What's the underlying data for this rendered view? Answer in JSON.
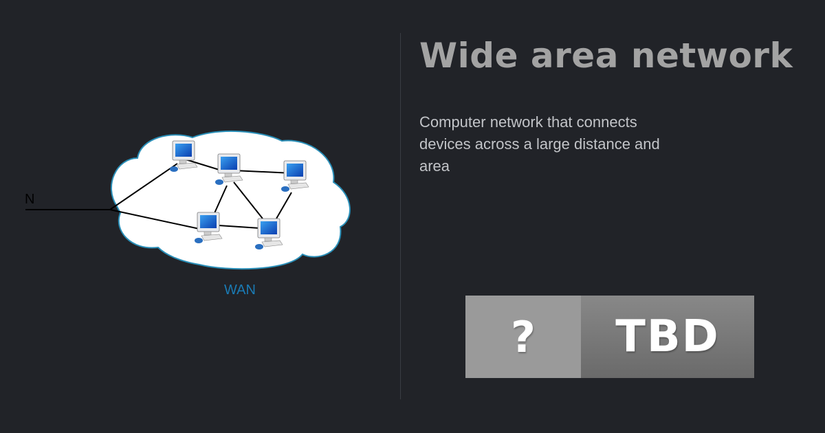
{
  "diagram": {
    "cloud_label": "WAN",
    "left_label": "N",
    "label_color": "#1a7bb5"
  },
  "title": "Wide area network",
  "description": "Computer network that connects devices across a large distance and area",
  "badge": {
    "icon": "question-mark",
    "left": "?",
    "right": "TBD"
  }
}
